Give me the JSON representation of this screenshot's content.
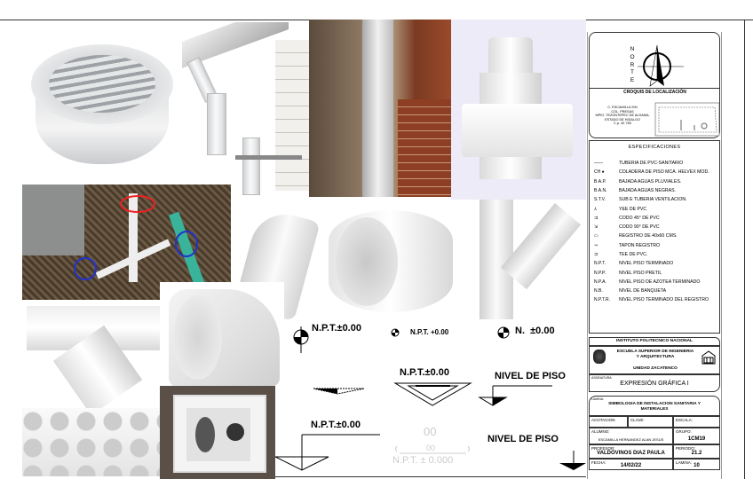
{
  "north": {
    "letters": [
      "N",
      "O",
      "R",
      "T",
      "E"
    ]
  },
  "location": {
    "title": "CROQUIS DE LOCALIZACIÓN",
    "address": [
      "C. ESCAMILLA S/N",
      "COL. PRESAS",
      "MPIO. TEZONTEPEC DE ALDAMA,",
      "ESTADO DE HIDALGO",
      "C.p. 42 760"
    ]
  },
  "specs": {
    "title": "ESPECIFICACIONES",
    "items": [
      {
        "symbol": "——",
        "text": "TUBERIA DE PVC-SANITARIO"
      },
      {
        "symbol": "CH ●",
        "text": "COLADERA DE PISO MCA. HELVEX MOD."
      },
      {
        "symbol": "B.A.P.",
        "text": "BAJADA AGUAS PLUVIALES."
      },
      {
        "symbol": "B.A.N.",
        "text": "BAJADA AGUAS NEGRAS."
      },
      {
        "symbol": "S.T.V.",
        "text": "SUB E TUBERIA VENTILACION."
      },
      {
        "symbol": "⅄",
        "text": "YEE DE PVC"
      },
      {
        "symbol": "⇉",
        "text": "CODO 45° DE PVC"
      },
      {
        "symbol": "⇲",
        "text": "CODO 90° DE PVC"
      },
      {
        "symbol": "▭",
        "text": "REGISTRO DE 40x60 CMS."
      },
      {
        "symbol": "⇒",
        "text": "TAPON REGISTRO"
      },
      {
        "symbol": "⊐",
        "text": "TEE DE PVC."
      },
      {
        "symbol": "N.P.T.",
        "text": "NIVEL PISO TERMINADO"
      },
      {
        "symbol": "N.P.P.",
        "text": "NIVEL PISO PRETIL"
      },
      {
        "symbol": "N.P.A.",
        "text": "NIVEL PISO DE AZOTEA TERMINADO"
      },
      {
        "symbol": "N.B.",
        "text": "NIVEL DE BANQUETA"
      },
      {
        "symbol": "N.P.T.R.",
        "text": "NIVEL PISO TERMINADO DEL REGISTRO"
      }
    ]
  },
  "title_block": {
    "institute": "INSTITUTO POLITECNICO NACIONAL",
    "school": "ESCUELA SUPERIOR DE INGENIERIA Y ARQUITECTURA",
    "unit": "UNIDAD ZACATENCO",
    "subject_label": "ASIGNATURA:",
    "subject": "EXPRESIÓN GRÁFICA I",
    "sheet_label": "LAMINA:",
    "sheet_title": "SIMBOLOGIA DE INSTALACION SANITARIA Y MATERIALES",
    "acotacion_label": "ACOTACION:",
    "clave_label": "CLAVE:",
    "escala_label": "ESCALA:",
    "alumno_label": "ALUMNO:",
    "alumno": "ESCAMILLA HERNANDEZ ALAN JESUS",
    "grupo_label": "GRUPO:",
    "grupo": "1CM19",
    "profesor_label": "PROFESOR:",
    "profesor": "VALDOVINOS DIAZ PAULA",
    "periodo_label": "PERIODO:",
    "periodo": "21.2",
    "fecha_label": "FECHA:",
    "fecha": "14/02/22",
    "lamina_label": "LAMINA:",
    "lamina": "10"
  },
  "levels": {
    "npt1": "N.P.T.±0.00",
    "npt2": "N.P.T. +0.00",
    "n3": "N.  ±0.00",
    "npt4": "N.P.T.±0.00",
    "nivel1": "NIVEL DE PISO",
    "npt5": "N.P.T.±0.00",
    "ghost1": "00",
    "ghost2": "00",
    "ghost3": "N.P.T. ± 0.000",
    "nivel2": "NIVEL DE PISO"
  }
}
